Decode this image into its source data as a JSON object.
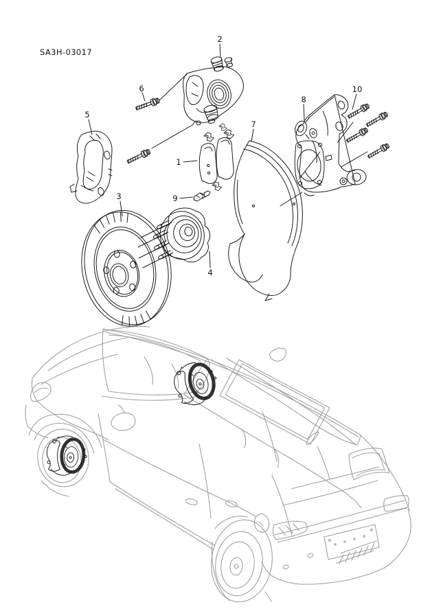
{
  "diagram": {
    "code": "SA3H-03017",
    "callouts": [
      {
        "number": "1"
      },
      {
        "number": "2"
      },
      {
        "number": "3"
      },
      {
        "number": "4"
      },
      {
        "number": "5"
      },
      {
        "number": "6"
      },
      {
        "number": "7"
      },
      {
        "number": "8"
      },
      {
        "number": "9"
      },
      {
        "number": "10"
      }
    ]
  },
  "colors": {
    "background": "#ffffff",
    "part_line": "#1a1a1a",
    "car_line": "#a0a0a0",
    "label_text": "#111111"
  }
}
